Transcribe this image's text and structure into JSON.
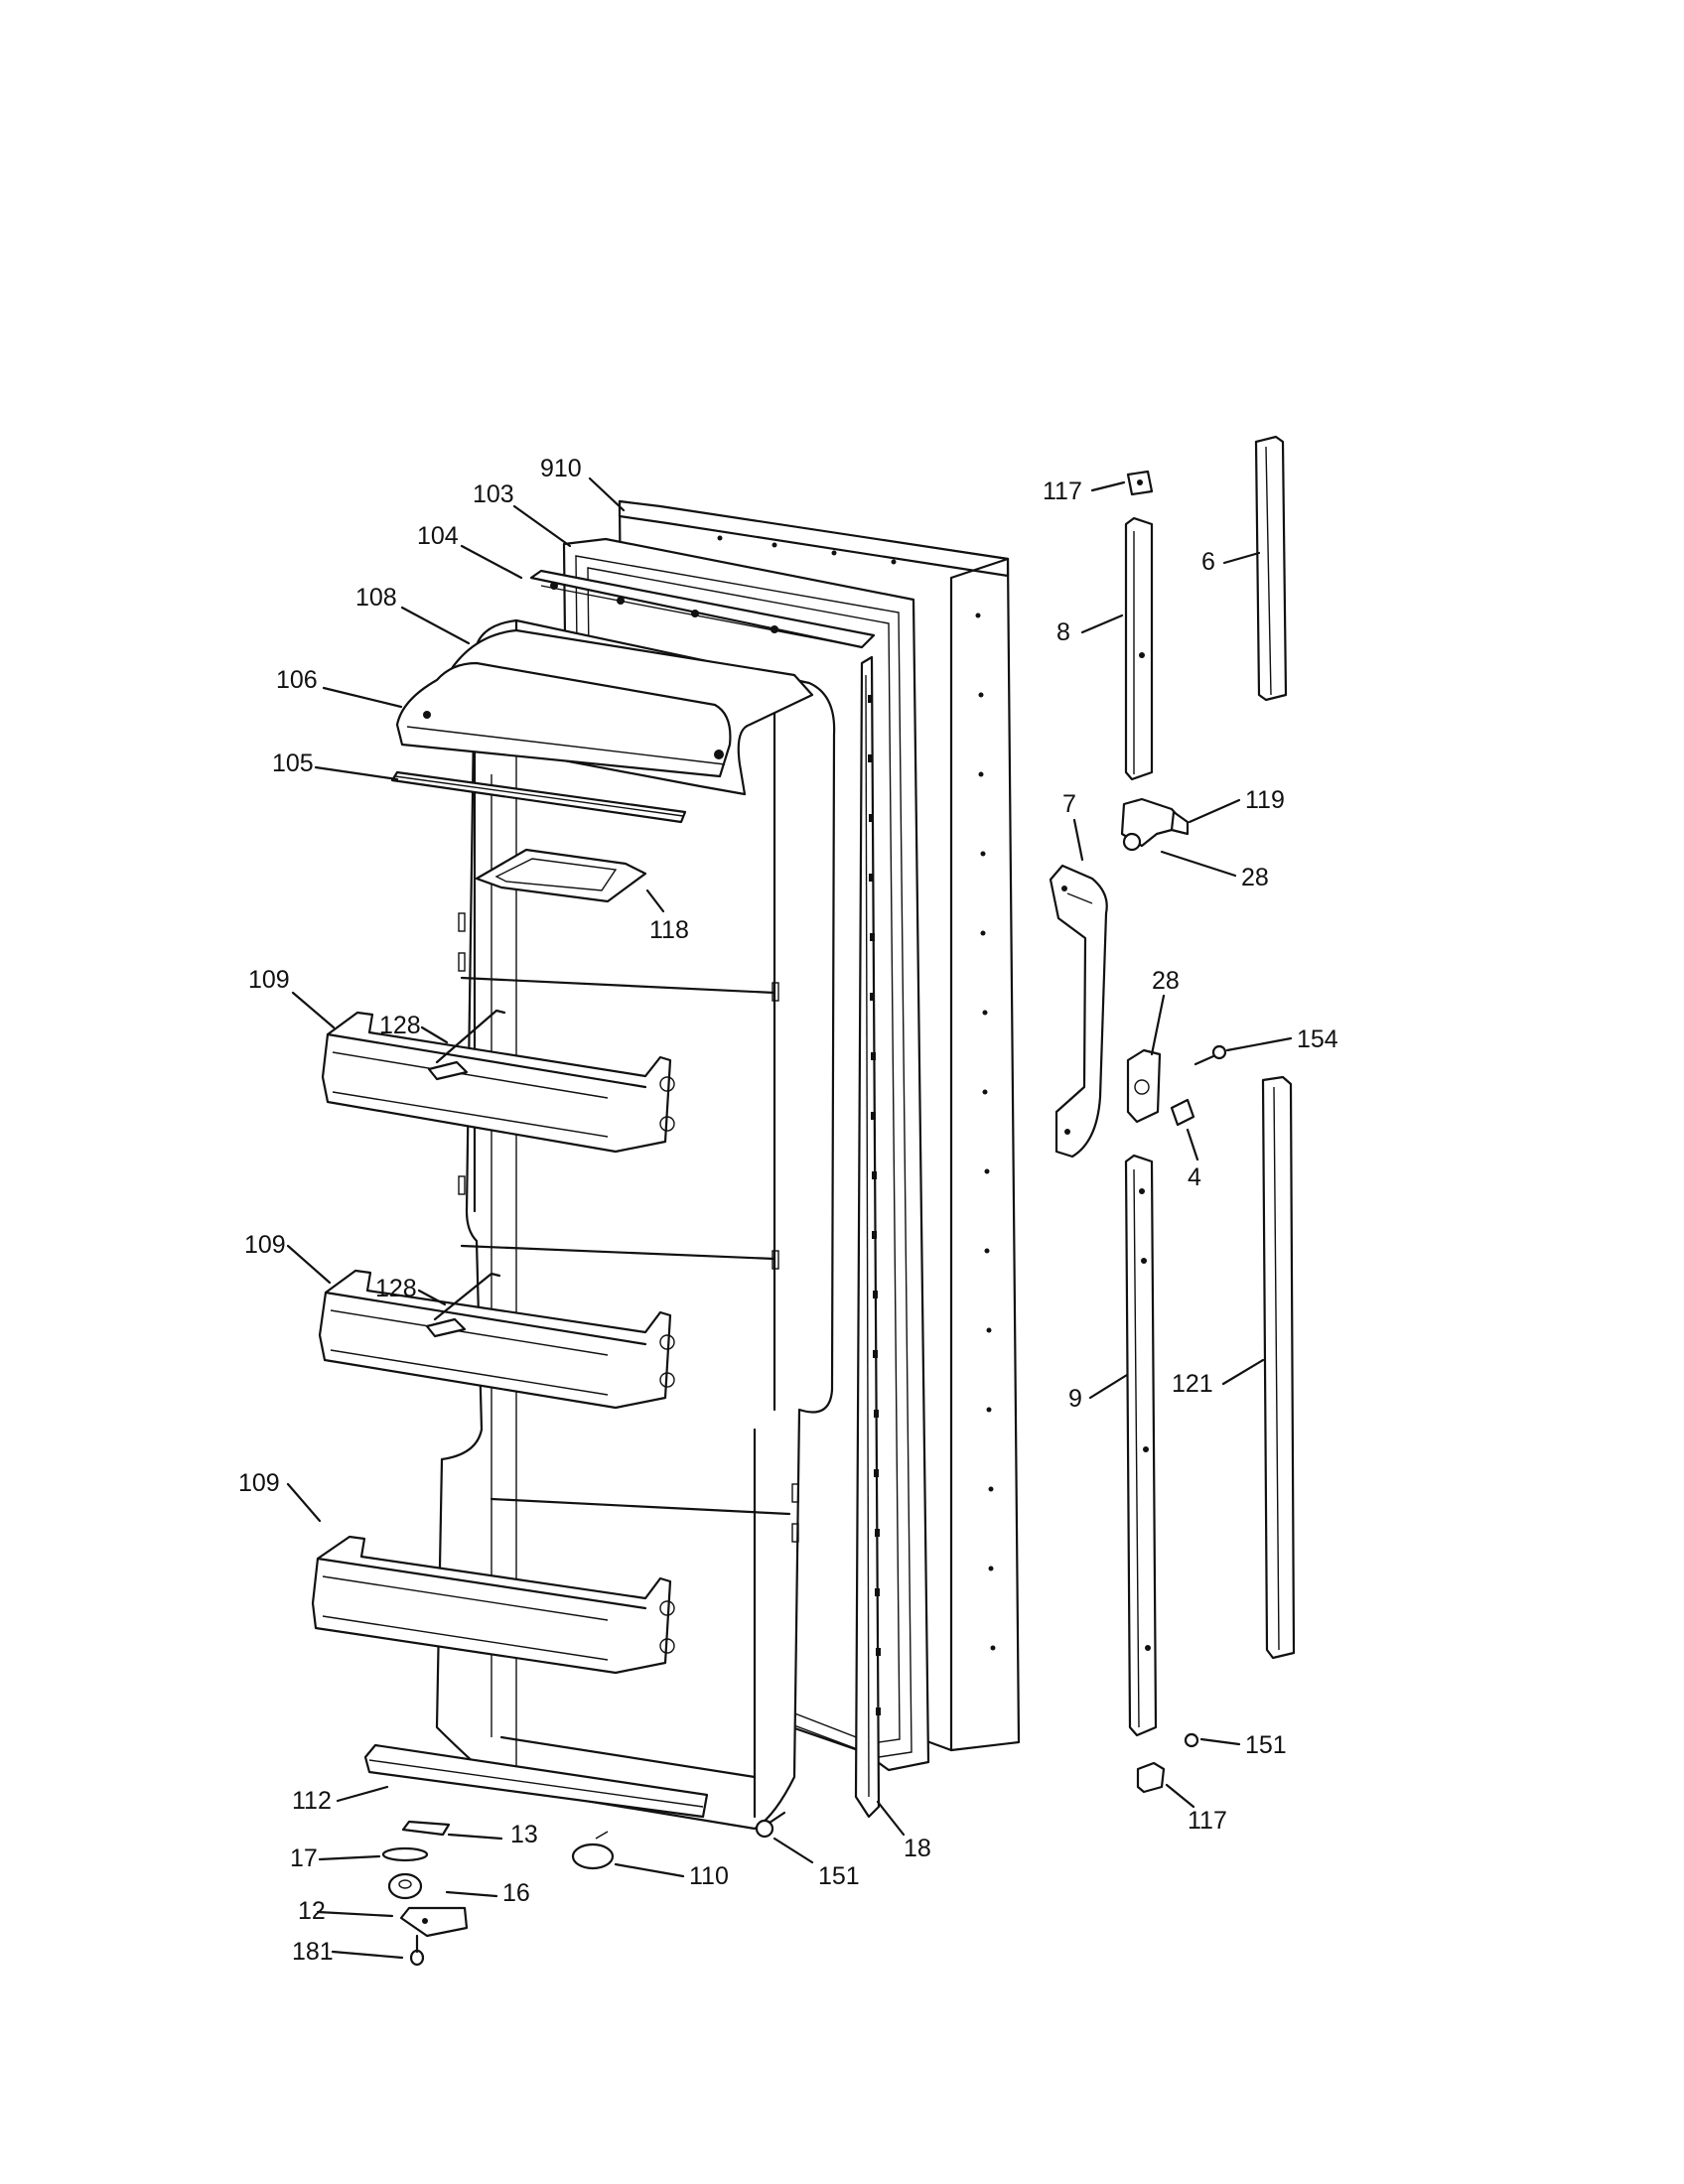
{
  "diagram": {
    "type": "exploded-parts-view",
    "labels": {
      "p910": "910",
      "p103": "103",
      "p104": "104",
      "p108": "108",
      "p106": "106",
      "p105": "105",
      "p118": "118",
      "p109a": "109",
      "p128a": "128",
      "p109b": "109",
      "p128b": "128",
      "p109c": "109",
      "p112": "112",
      "p13": "13",
      "p17": "17",
      "p16": "16",
      "p12": "12",
      "p181": "181",
      "p110": "110",
      "p151a": "151",
      "p18": "18",
      "p117a": "117",
      "p8": "8",
      "p6": "6",
      "p7": "7",
      "p119": "119",
      "p28a": "28",
      "p28b": "28",
      "p154": "154",
      "p4": "4",
      "p9": "9",
      "p121": "121",
      "p151b": "151",
      "p117b": "117"
    }
  }
}
